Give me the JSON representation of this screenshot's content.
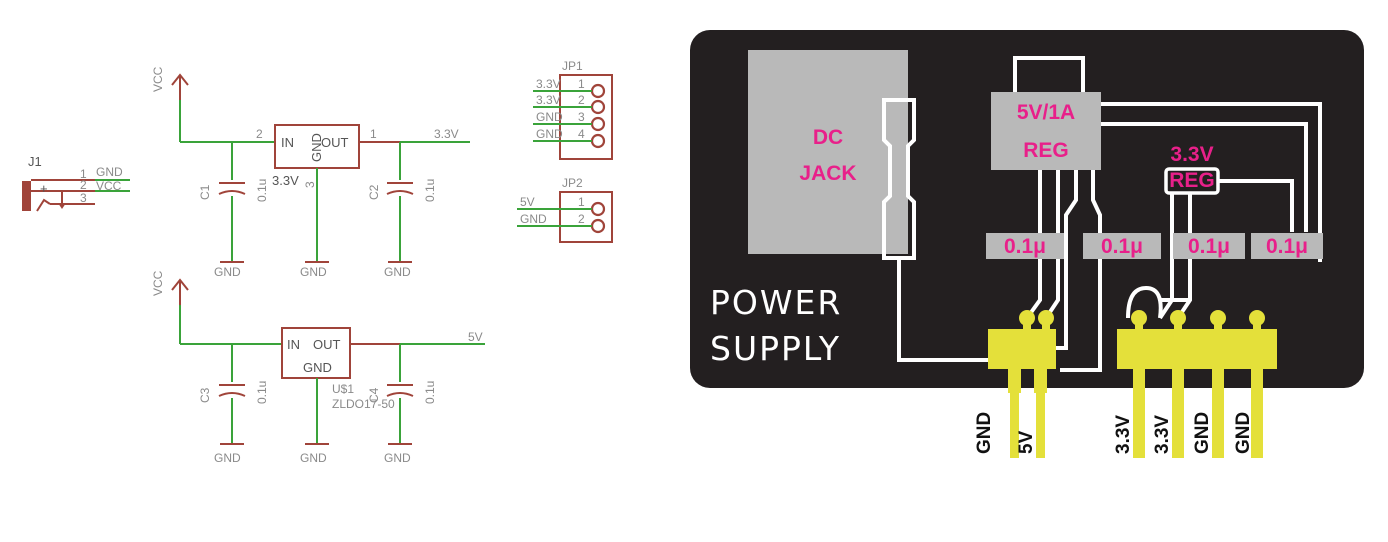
{
  "schematic": {
    "vcc_top": "VCC",
    "vcc_bottom": "VCC",
    "j1": {
      "ref": "J1",
      "pin1": "1",
      "pin2": "2",
      "pin3": "3",
      "net1": "GND",
      "net2": "VCC",
      "plus": "+"
    },
    "reg1": {
      "in": "IN",
      "gnd": "GND",
      "out": "OUT",
      "pin_in": "2",
      "pin_out": "1",
      "pin_gnd": "3",
      "value": "3.3V",
      "out_net": "3.3V"
    },
    "reg2": {
      "in": "IN",
      "out": "OUT",
      "gnd": "GND",
      "ref": "U$1",
      "part": "ZLDO17-50",
      "out_net": "5V"
    },
    "c1": {
      "ref": "C1",
      "value": "0.1u"
    },
    "c2": {
      "ref": "C2",
      "value": "0.1u"
    },
    "c3": {
      "ref": "C3",
      "value": "0.1u"
    },
    "c4": {
      "ref": "C4",
      "value": "0.1u"
    },
    "gnd_label": "GND",
    "jp1": {
      "ref": "JP1",
      "nets": [
        "3.3V",
        "3.3V",
        "GND",
        "GND"
      ],
      "pins": [
        "1",
        "2",
        "3",
        "4"
      ]
    },
    "jp2": {
      "ref": "JP2",
      "nets": [
        "5V",
        "GND"
      ],
      "pins": [
        "1",
        "2"
      ]
    }
  },
  "board": {
    "dc_jack": [
      "DC",
      "JACK"
    ],
    "reg5v": [
      "5V/1A",
      "REG"
    ],
    "reg33": [
      "3.3V",
      "REG"
    ],
    "caps": [
      "0.1μ",
      "0.1μ",
      "0.1μ",
      "0.1μ"
    ],
    "title": [
      "POWER",
      "SUPPLY"
    ],
    "pins": [
      "GND",
      "5V",
      "3.3V",
      "3.3V",
      "GND",
      "GND"
    ],
    "colors": {
      "board": "#231f20",
      "pink": "#e8208a",
      "header": "#e4e03a",
      "component": "#b9b9b9"
    }
  }
}
